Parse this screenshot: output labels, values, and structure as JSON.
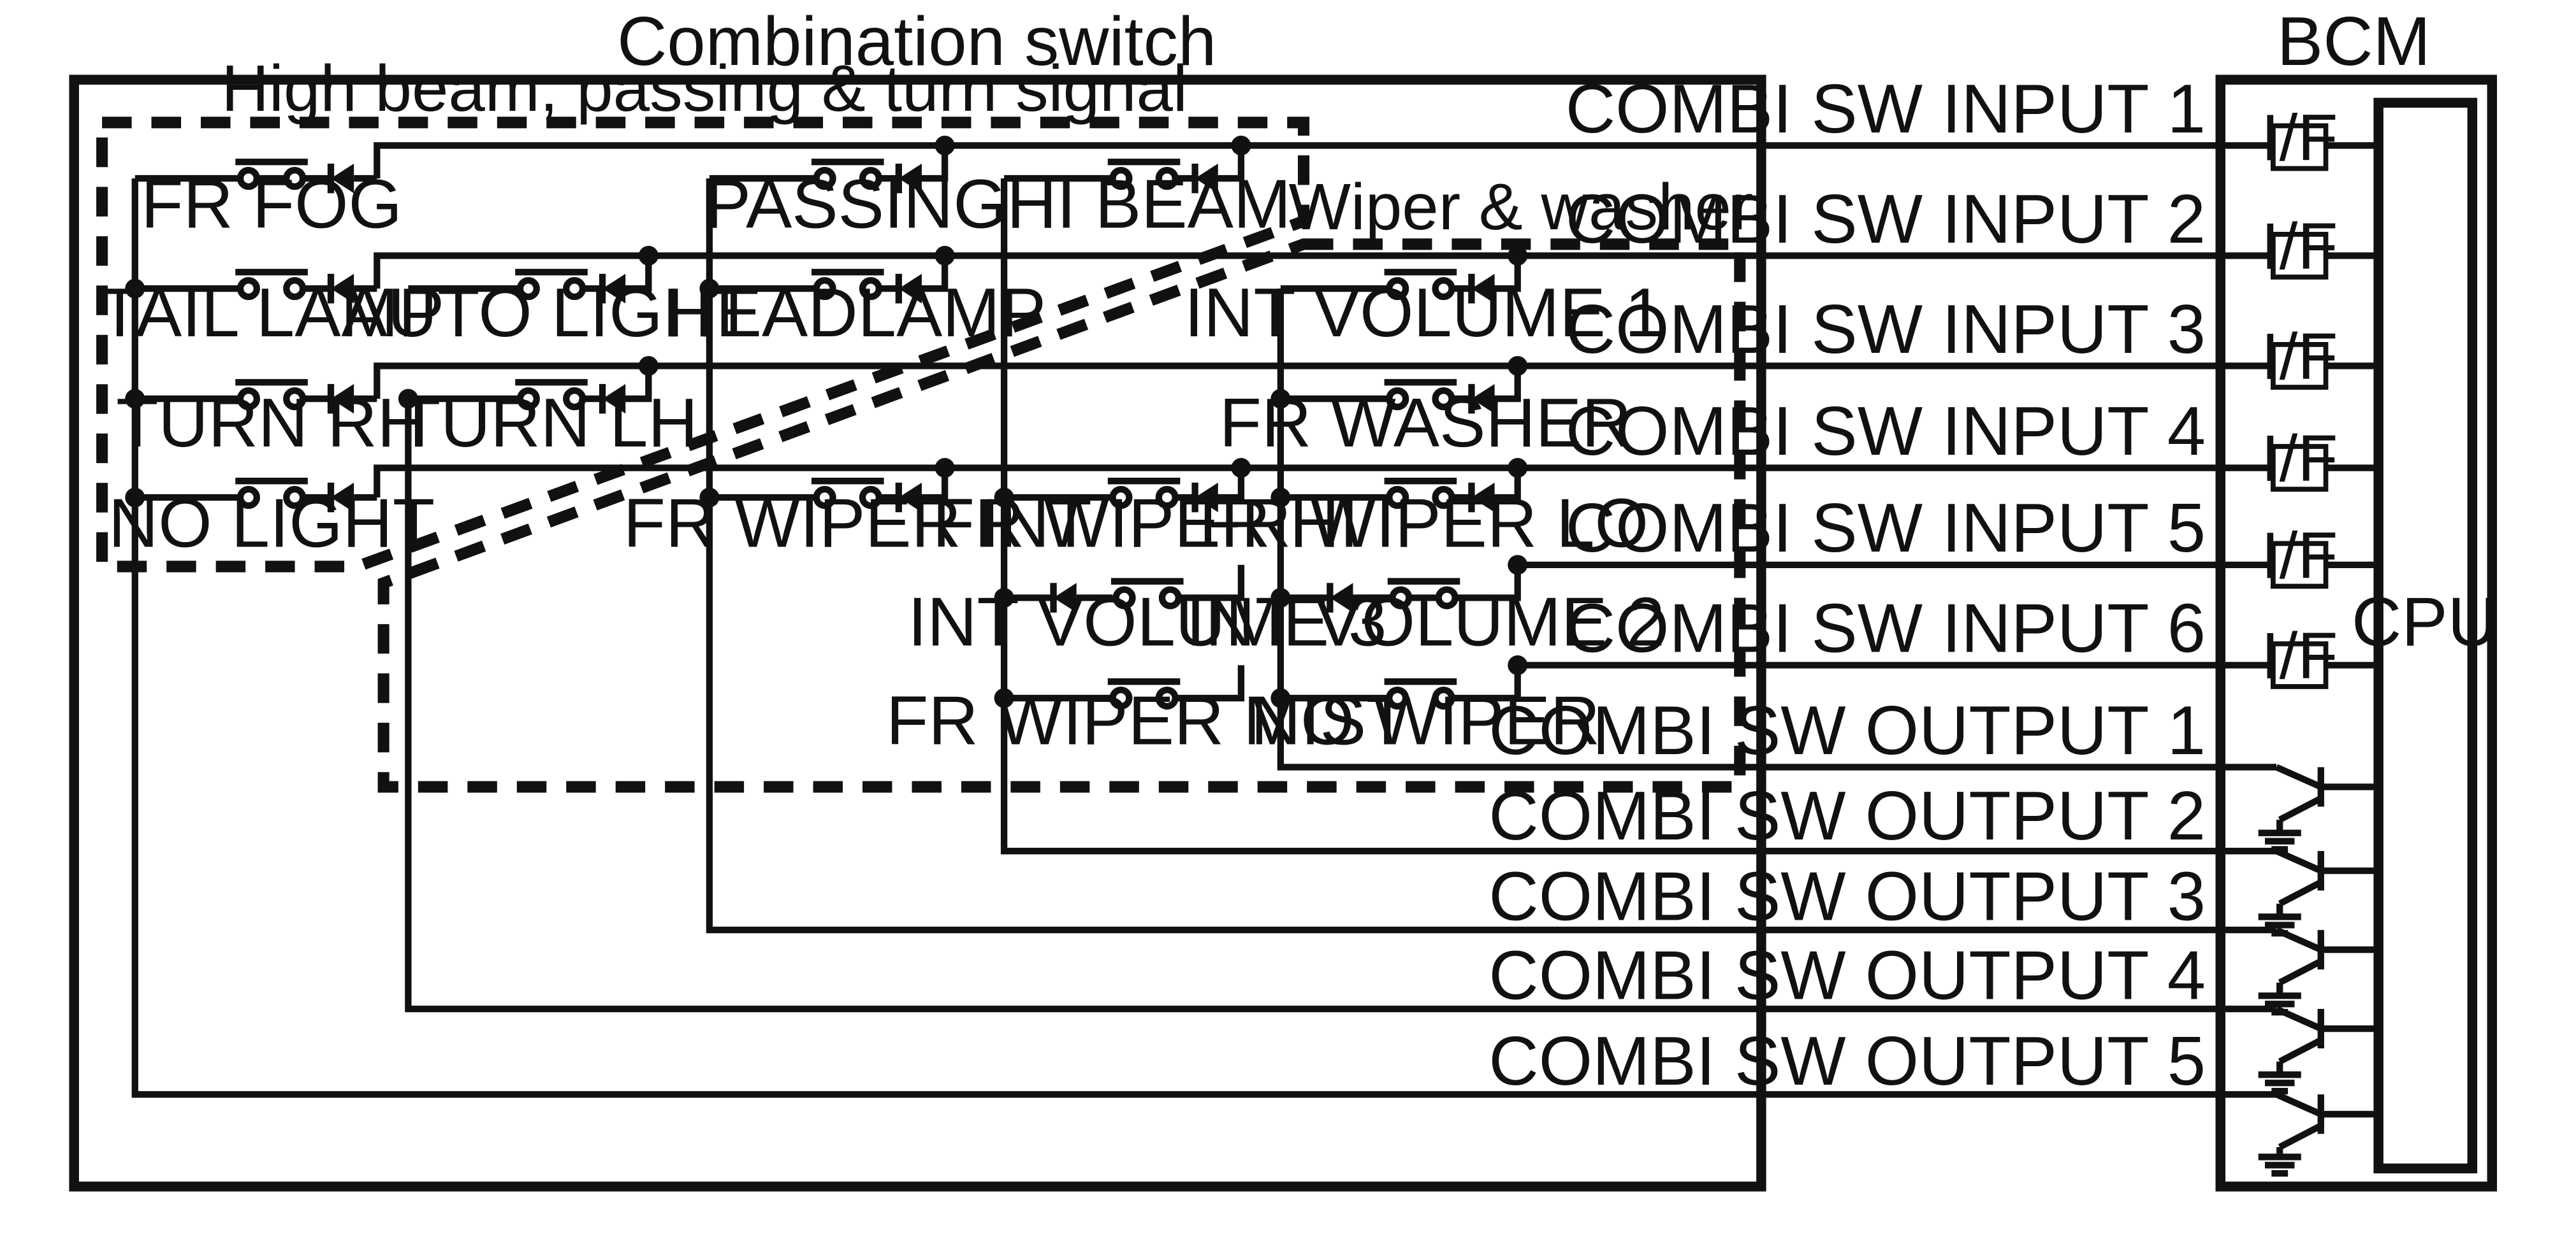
{
  "combination_switch": {
    "title": "Combination switch",
    "high_beam_group_label": "High beam, passing & turn signal",
    "wiper_group_label": "Wiper & washer",
    "switches": {
      "fr_fog": "FR FOG",
      "passing": "PASSING",
      "hi_beam": "HI BEAM",
      "tail_lamp": "TAIL LAMP",
      "auto_light": "AUTO LIGHT",
      "headlamp": "HEADLAMP",
      "int_volume_1": "INT VOLUME 1",
      "turn_rh": "TURN RH",
      "turn_lh": "TURN LH",
      "fr_washer": "FR WASHER",
      "no_light": "NO LIGHT",
      "fr_wiper_int": "FR WIPER INT",
      "fr_wiper_hi": "FR WIPER HI",
      "fr_wiper_lo": "FR WIPER LO",
      "int_volume_3": "INT VOLUME 3",
      "int_volume_2": "INT VOLUME 2",
      "fr_wiper_mist": "FR WIPER MIST",
      "no_wiper": "NO WIPER"
    }
  },
  "bcm": {
    "title": "BCM",
    "cpu_label": "CPU",
    "interface_label": "I/F",
    "inputs": [
      "COMBI SW INPUT 1",
      "COMBI SW INPUT 2",
      "COMBI SW INPUT 3",
      "COMBI SW INPUT 4",
      "COMBI SW INPUT 5",
      "COMBI SW INPUT 6"
    ],
    "outputs": [
      "COMBI SW OUTPUT 1",
      "COMBI SW OUTPUT 2",
      "COMBI SW OUTPUT 3",
      "COMBI SW OUTPUT 4",
      "COMBI SW OUTPUT 5"
    ]
  }
}
